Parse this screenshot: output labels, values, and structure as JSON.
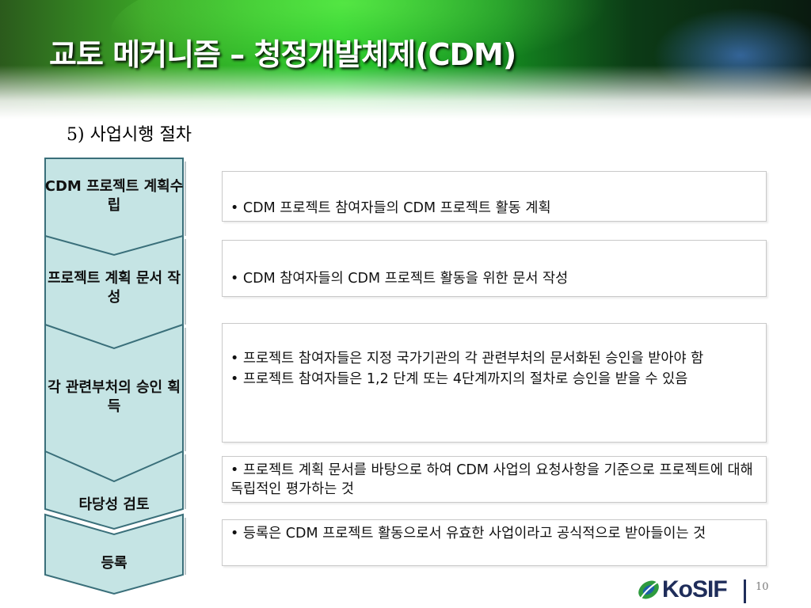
{
  "slide": {
    "title": "교토 메커니즘 – 청정개발체제(CDM)",
    "subtitle": "5) 사업시행 절차",
    "page_number": "10"
  },
  "steps": [
    {
      "label": "CDM 프로젝트 계획수립"
    },
    {
      "label": "프로젝트  계획 문서 작성"
    },
    {
      "label": "각 관련부처의 승인 획득"
    },
    {
      "label": "타당성 검토"
    },
    {
      "label": "등록"
    }
  ],
  "descriptions": [
    {
      "lines": [
        "• CDM 프로젝트 참여자들의 CDM 프로젝트 활동 계획"
      ]
    },
    {
      "lines": [
        "• CDM 참여자들의 CDM 프로젝트 활동을 위한 문서 작성"
      ]
    },
    {
      "lines": [
        "• 프로젝트 참여자들은 지정 국가기관의 각 관련부처의 문서화된 승인을 받아야 함",
        "•  프로젝트 참여자들은 1,2 단계 또는 4단계까지의 절차로 승인을 받을 수 있음"
      ]
    },
    {
      "lines": [
        "• 프로젝트 계획 문서를 바탕으로 하여 CDM 사업의 요청사항을 기준으로 프로젝트에 대해 독립적인 평가하는 것"
      ]
    },
    {
      "lines": [
        "• 등록은 CDM 프로젝트 활동으로서 유효한 사업이라고 공식적으로 받아들이는 것"
      ]
    }
  ],
  "logo": {
    "text": "KoSIF"
  },
  "colors": {
    "step_fill": "#c5e4e4",
    "step_stroke": "#3a6f7a",
    "title_text": "#ffffff",
    "banner_green": "#1fc21f"
  }
}
